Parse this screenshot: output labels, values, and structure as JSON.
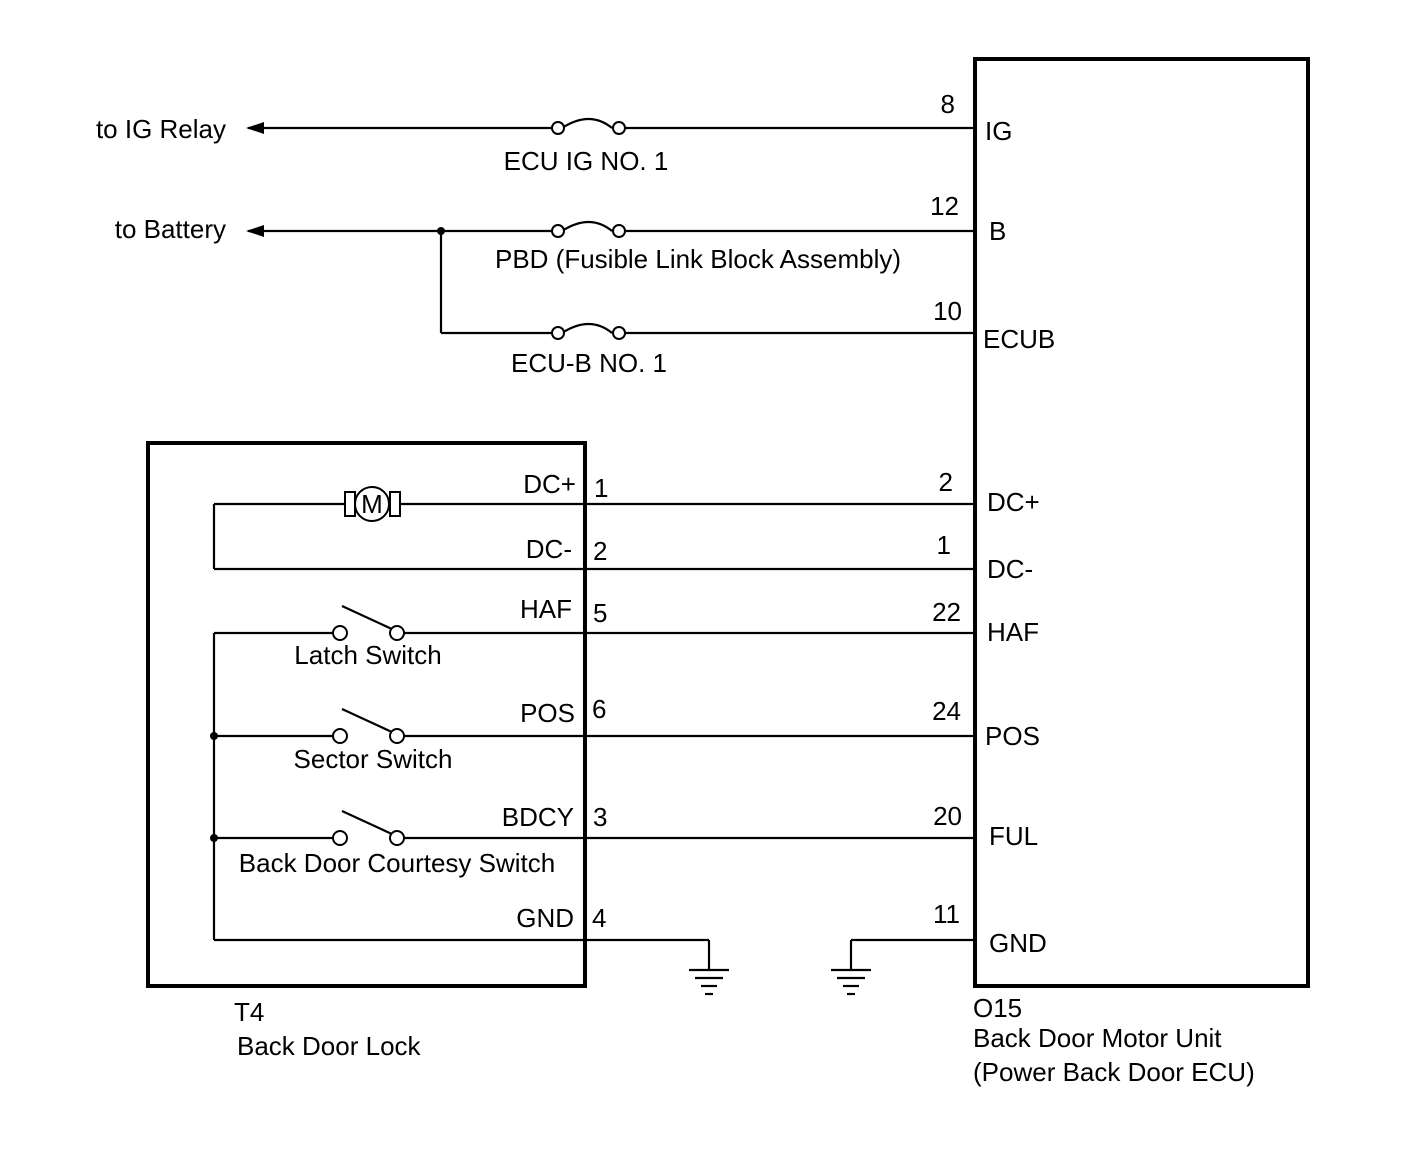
{
  "left_connections": {
    "ig_relay": "to IG Relay",
    "battery": "to Battery"
  },
  "fuses": {
    "ecu_ig": "ECU IG NO. 1",
    "pbd": "PBD (Fusible Link Block Assembly)",
    "ecu_b": "ECU-B NO. 1"
  },
  "ecu": {
    "connector_id": "O15",
    "name": "Back Door Motor Unit",
    "subname": "(Power Back Door ECU)",
    "terminals": [
      {
        "pin": "8",
        "label": "IG"
      },
      {
        "pin": "12",
        "label": "B"
      },
      {
        "pin": "10",
        "label": "ECUB"
      },
      {
        "pin": "2",
        "label": "DC+"
      },
      {
        "pin": "1",
        "label": "DC-"
      },
      {
        "pin": "22",
        "label": "HAF"
      },
      {
        "pin": "24",
        "label": "POS"
      },
      {
        "pin": "20",
        "label": "FUL"
      },
      {
        "pin": "11",
        "label": "GND"
      }
    ]
  },
  "lock": {
    "connector_id": "T4",
    "name": "Back Door Lock",
    "motor_label": "M",
    "terminals": [
      {
        "pin": "1",
        "label": "DC+"
      },
      {
        "pin": "2",
        "label": "DC-"
      },
      {
        "pin": "5",
        "label": "HAF"
      },
      {
        "pin": "6",
        "label": "POS"
      },
      {
        "pin": "3",
        "label": "BDCY"
      },
      {
        "pin": "4",
        "label": "GND"
      }
    ],
    "switches": {
      "latch": "Latch Switch",
      "sector": "Sector Switch",
      "courtesy": "Back Door Courtesy Switch"
    }
  }
}
